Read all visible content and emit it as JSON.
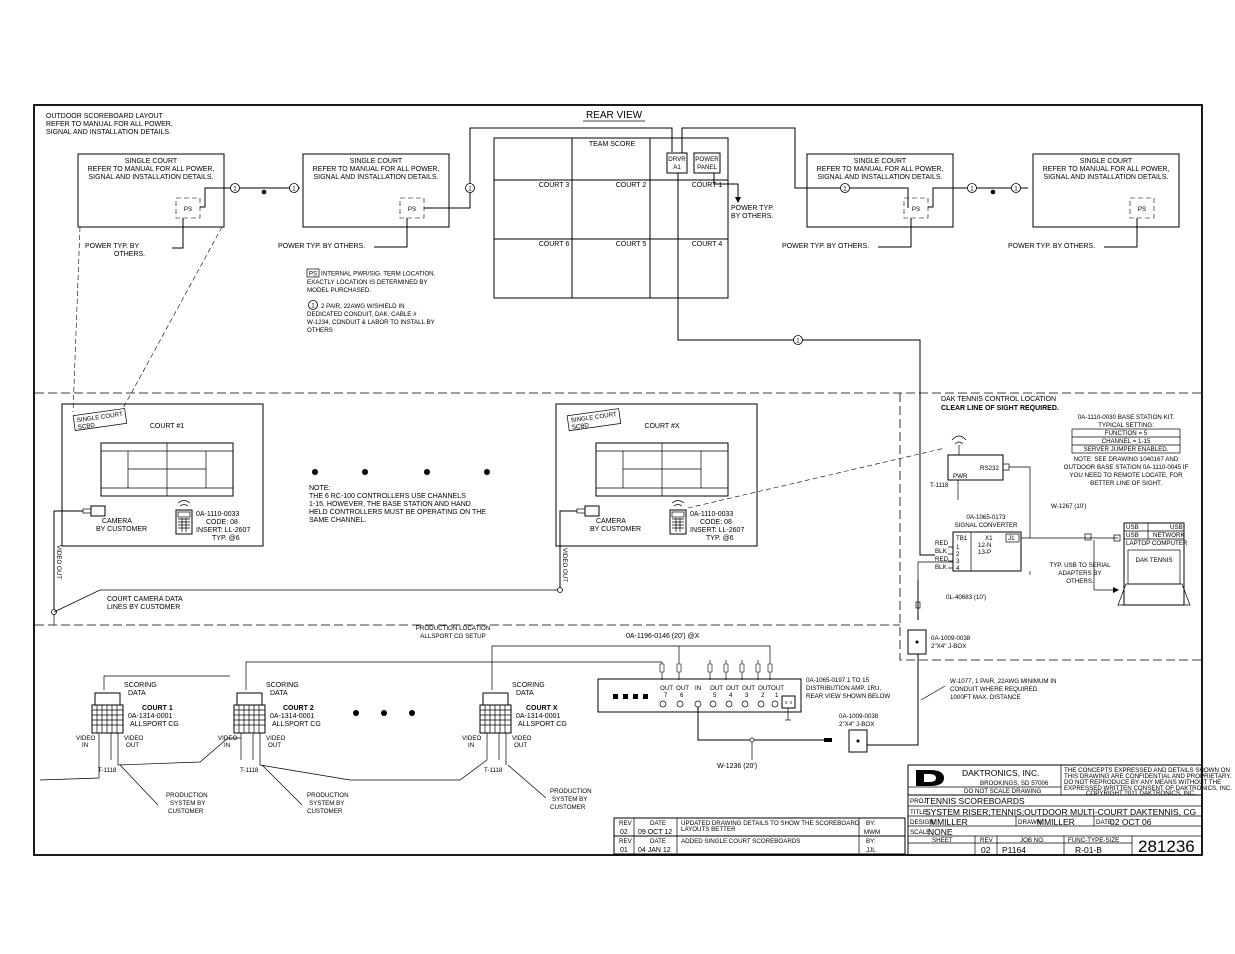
{
  "header_note": [
    "OUTDOOR SCOREBOARD LAYOUT",
    "REFER TO MANUAL FOR ALL POWER,",
    "SIGNAL AND INSTALLATION DETAILS."
  ],
  "single_court": {
    "title": "SINGLE COURT",
    "refer": [
      "REFER TO MANUAL FOR ALL POWER,",
      "SIGNAL AND INSTALLATION DETAILS."
    ],
    "ps": "PS",
    "power": "POWER TYP. BY OTHERS.",
    "power_a": "POWER TYP. BY",
    "power_b": "OTHERS."
  },
  "rear_view": {
    "label": "REAR VIEW",
    "team_score": "TEAM SCORE",
    "drvr_a": "DRVR",
    "drvr_b": "A1",
    "panel_a": "POWER",
    "panel_b": "PANEL",
    "courts": [
      "COURT 3",
      "COURT 2",
      "COURT 1",
      "COURT 6",
      "COURT 5",
      "COURT 4"
    ],
    "power_typ_a": "POWER TYP.",
    "power_typ_b": "BY OTHERS."
  },
  "legend": {
    "ps_tag": "PS",
    "ps_text": [
      "INTERNAL PWR/SIG. TERM LOCATION.",
      "EXACTLY LOCATION IS DETERMINED BY",
      "MODEL PURCHASED."
    ],
    "one_tag": "1",
    "cable_text": [
      "2 PAIR, 22AWG W/SHIELD IN",
      "DEDICATED CONDUIT, DAK. CABLE #",
      "W-1234, CONDUIT & LABOR TO INSTALL BY",
      "OTHERS"
    ]
  },
  "court_units": {
    "tag_a": "SINGLE COURT",
    "tag_b": "SCBD",
    "court1": "COURT #1",
    "courtx": "COURT #X",
    "camera_a": "CAMERA",
    "camera_b": "BY CUSTOMER",
    "remote": [
      "0A-1110-0033",
      "CODE: 08",
      "INSERT: LL-2607",
      "TYP. @6"
    ],
    "video_out": "VIDEO OUT",
    "camera_lines": [
      "COURT CAMERA DATA",
      "LINES BY CUSTOMER"
    ]
  },
  "note": [
    "NOTE:",
    "THE 6 RC-100 CONTROLLERS USE CHANNELS",
    "1-15.  HOWEVER, THE BASE STATION AND HAND",
    "HELD CONTROLLERS MUST BE OPERATING ON THE",
    "SAME CHANNEL."
  ],
  "control": {
    "title_a": "DAK TENNIS CONTROL LOCATION",
    "title_b": "CLEAR LINE OF SIGHT REQUIRED.",
    "kit": [
      "0A-1110-0030 BASE STATION KIT.",
      "TYPICAL SETTING:"
    ],
    "settings": [
      "FUNCTION = 5",
      "CHANNEL = 1-15",
      "SERVER JUMPER ENABLED."
    ],
    "kit_note": [
      "NOTE:  SEE DRAWING 1040167 AND",
      "OUTDOOR BASE STATION 0A-1110-0045 IF",
      "YOU NEED TO REMOTE LOCATE, FOR",
      "BETTER LINE OF SIGHT."
    ],
    "pwr": "PWR",
    "rs232": "RS232",
    "t1118": "T-1118",
    "w1267": "W-1267 (10')",
    "conv_a": "0A-1065-0173",
    "conv_b": "SIGNAL CONVERTER",
    "tb1": "TB1",
    "x1": "X1",
    "x1_b": "12-N",
    "x1_c": "13-P",
    "j1": "J1",
    "terms": [
      "RED",
      "BLK",
      "RED",
      "BLK"
    ],
    "term_nums": [
      "1",
      "2",
      "3",
      "4"
    ],
    "usb": [
      "USB",
      "USB",
      "LAPTOP COMPUTER"
    ],
    "usb_r": [
      "USB",
      "NETWORK"
    ],
    "laptop_screen": "DAK TENNIS",
    "usb_note": [
      "TYP. USB TO SERIAL",
      "ADAPTERS BY",
      "OTHERS."
    ],
    "cable_0l": "0L-40683 (10')",
    "jbox_a": "0A-1009-0038",
    "jbox_b": "2\"X4\" J-BOX"
  },
  "production": {
    "title_a": "PRODUCTION LOCATION",
    "title_b": "ALLSPORT CG SETUP",
    "cable146": "0A-1196-0146 (20') @X",
    "amp": [
      "0A-1065-0197 1 TO 15",
      "DISTRIBUTION AMP. 1RU,",
      "REAR VIEW SHOWN BELOW"
    ],
    "out_label": "OUT",
    "in_label": "IN",
    "out_nums": [
      "7",
      "6",
      "5",
      "4",
      "3",
      "2",
      "1"
    ],
    "w1077": [
      "W-1077, 1 PAIR, 22AWG MINIMUM IN",
      "CONDUIT WHERE REQUIRED.",
      "1000FT MAX. DISTANCE"
    ],
    "jbox_a": "0A-1009-0038",
    "jbox_b": "2\"X4\" J-BOX",
    "w1236": "W-1236 (20')",
    "scoring_a": "SCORING",
    "scoring_b": "DATA",
    "cg_courts": [
      "COURT 1",
      "COURT 2",
      "COURT X"
    ],
    "cg_part": "0A-1314-0001",
    "cg_name": "ALLSPORT CG",
    "video_in_a": "VIDEO",
    "video_in_b": "IN",
    "video_out_a": "VIDEO",
    "video_out_b": "OUT",
    "t1118": "T-1118",
    "prod_sys": [
      "PRODUCTION",
      "SYSTEM BY",
      "CUSTOMER"
    ]
  },
  "revisions": {
    "rows": [
      {
        "rev_h": "REV",
        "rev": "02",
        "date_h": "DATE",
        "date": "09 OCT 12",
        "desc": [
          "UPDATED DRAWING DETAILS TO SHOW THE SCOREBOARD",
          "LAYOUTS BETTER"
        ],
        "by_h": "BY:",
        "by": "MWM"
      },
      {
        "rev_h": "REV",
        "rev": "01",
        "date_h": "DATE",
        "date": "04 JAN 12",
        "desc": [
          "ADDED SINGLE COURT SCOREBOARDS",
          ""
        ],
        "by_h": "BY:",
        "by": "JJL"
      }
    ]
  },
  "title_block": {
    "company": "DAKTRONICS, INC.",
    "city": "BROOKINGS, SD  57006",
    "dns": "DO NOT SCALE DRAWING",
    "confidential": [
      "THE CONCEPTS EXPRESSED AND DETAILS SHOWN ON",
      "THIS DRAWING ARE CONFIDENTIAL AND PROPRIETARY.",
      "DO NOT REPRODUCE BY ANY MEANS WITHOUT THE",
      "EXPRESSED WRITTEN CONSENT OF DAKTRONICS, INC.",
      "COPYRIGHT 2011 DAKTRONICS, INC."
    ],
    "proj_label": "PROJ:",
    "proj": "TENNIS SCOREBOARDS",
    "title_label": "TITLE:",
    "title": "SYSTEM RISER;TENNIS;OUTDOOR MULTI-COURT DAKTENNIS, CG",
    "design_label": "DESIGN:",
    "design": "MMILLER",
    "drawn_label": "DRAWN:",
    "drawn": "MMILLER",
    "date_label": "DATE:",
    "date": "02 OCT 06",
    "scale_label": "SCALE:",
    "scale": "NONE",
    "sheet_h": "SHEET",
    "rev_h": "REV",
    "job_h": "JOB NO.",
    "func_h": "FUNC-TYPE-SIZE",
    "rev": "02",
    "job": "P1164",
    "func": "R-01-B",
    "number": "281236"
  }
}
